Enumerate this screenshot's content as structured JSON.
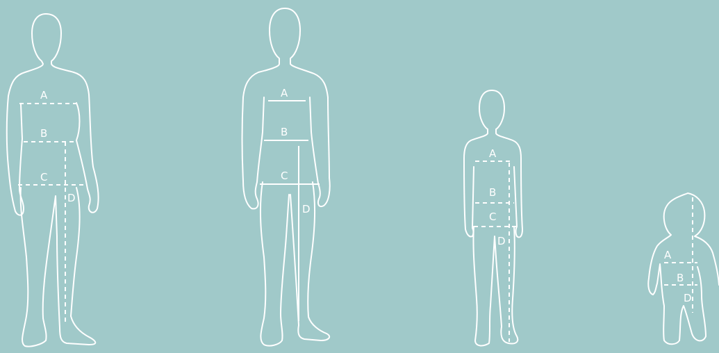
{
  "colors": {
    "background": "#a0c9c9",
    "line": "#ffffff"
  },
  "figures": [
    {
      "id": "woman",
      "labels": {
        "a": "A",
        "b": "B",
        "c": "C",
        "d": "D"
      }
    },
    {
      "id": "man",
      "labels": {
        "a": "A",
        "b": "B",
        "c": "C",
        "d": "D"
      }
    },
    {
      "id": "child",
      "labels": {
        "a": "A",
        "b": "B",
        "c": "C",
        "d": "D"
      }
    },
    {
      "id": "baby",
      "labels": {
        "a": "A",
        "b": "B",
        "d": "D"
      }
    }
  ]
}
